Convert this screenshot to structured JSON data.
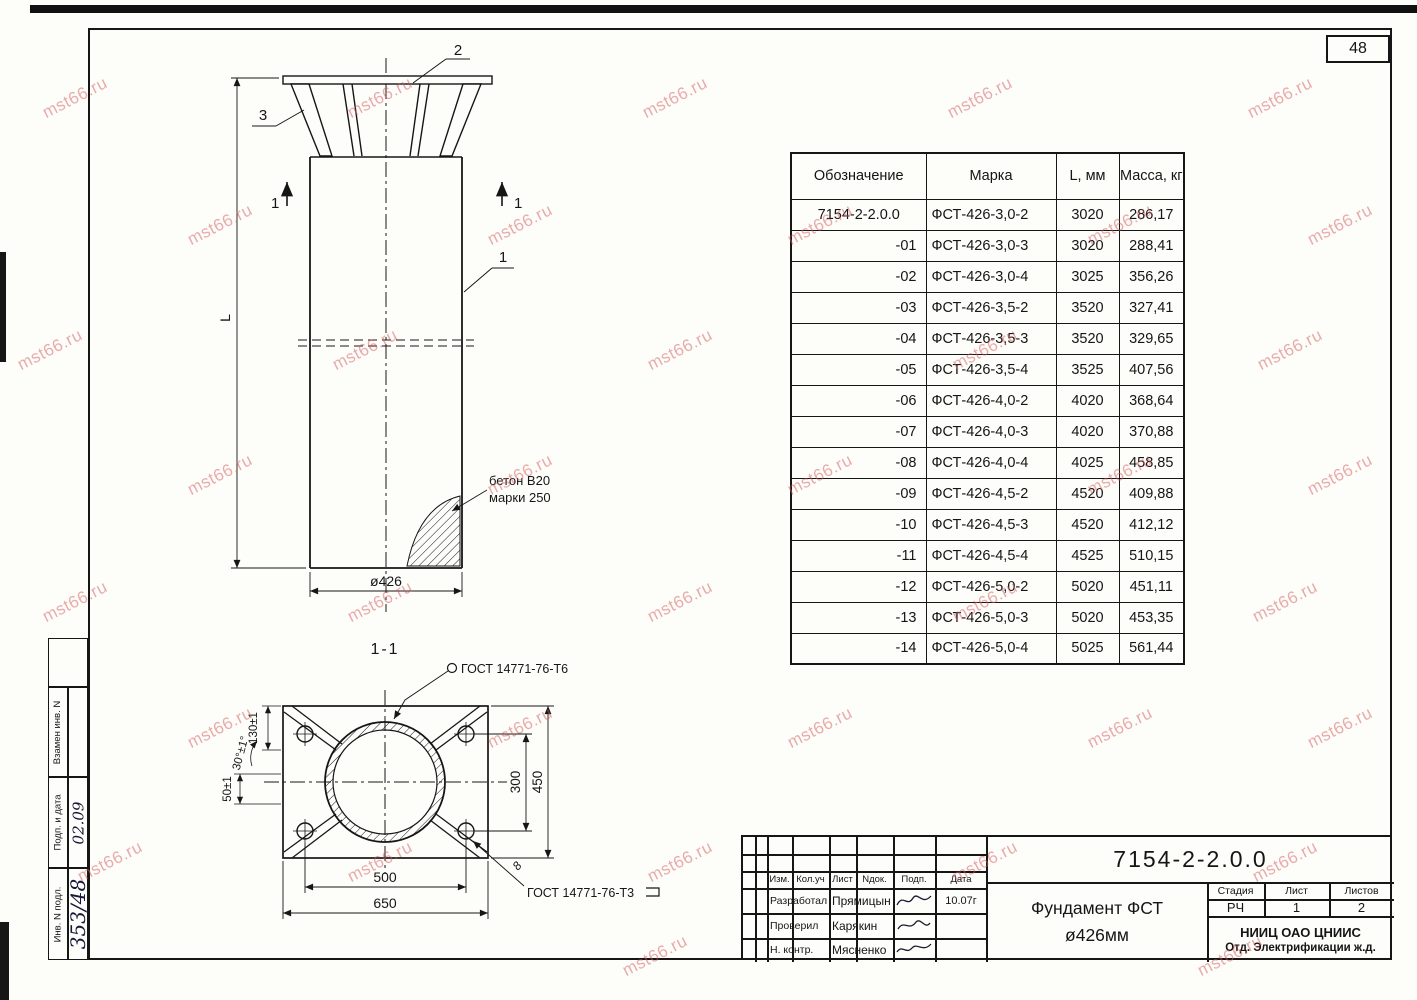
{
  "page": {
    "sheet_number": "48",
    "watermark_text": "mst66.ru"
  },
  "spec_table": {
    "headers": {
      "designation": "Обозначение",
      "mark": "Марка",
      "length": "L, мм",
      "mass": "Масса, кг"
    },
    "rows": [
      {
        "d": "7154-2-2.0.0",
        "m": "ФСТ-426-3,0-2",
        "l": "3020",
        "w": "286,17"
      },
      {
        "d": "-01",
        "m": "ФСТ-426-3,0-3",
        "l": "3020",
        "w": "288,41"
      },
      {
        "d": "-02",
        "m": "ФСТ-426-3,0-4",
        "l": "3025",
        "w": "356,26"
      },
      {
        "d": "-03",
        "m": "ФСТ-426-3,5-2",
        "l": "3520",
        "w": "327,41"
      },
      {
        "d": "-04",
        "m": "ФСТ-426-3,5-3",
        "l": "3520",
        "w": "329,65"
      },
      {
        "d": "-05",
        "m": "ФСТ-426-3,5-4",
        "l": "3525",
        "w": "407,56"
      },
      {
        "d": "-06",
        "m": "ФСТ-426-4,0-2",
        "l": "4020",
        "w": "368,64"
      },
      {
        "d": "-07",
        "m": "ФСТ-426-4,0-3",
        "l": "4020",
        "w": "370,88"
      },
      {
        "d": "-08",
        "m": "ФСТ-426-4,0-4",
        "l": "4025",
        "w": "458,85"
      },
      {
        "d": "-09",
        "m": "ФСТ-426-4,5-2",
        "l": "4520",
        "w": "409,88"
      },
      {
        "d": "-10",
        "m": "ФСТ-426-4,5-3",
        "l": "4520",
        "w": "412,12"
      },
      {
        "d": "-11",
        "m": "ФСТ-426-4,5-4",
        "l": "4525",
        "w": "510,15"
      },
      {
        "d": "-12",
        "m": "ФСТ-426-5,0-2",
        "l": "5020",
        "w": "451,11"
      },
      {
        "d": "-13",
        "m": "ФСТ-426-5,0-3",
        "l": "5020",
        "w": "453,35"
      },
      {
        "d": "-14",
        "m": "ФСТ-426-5,0-4",
        "l": "5025",
        "w": "561,44"
      }
    ]
  },
  "drawing": {
    "section_title": "1-1",
    "section_mark": "1",
    "callout_pipe": "1",
    "callout_plate": "2",
    "callout_fin": "3",
    "length_label": "L",
    "diameter_dim": "ø426",
    "concrete_line1": "бетон В20",
    "concrete_line2": "марки 250",
    "weld_top": "ГОСТ 14771-76-Т6",
    "weld_bottom": "ГОСТ 14771-76-Т3",
    "weld_size": "8",
    "dim_bolt_x": "500",
    "dim_plate_x": "650",
    "dim_bolt_y": "300",
    "dim_plate_y": "450",
    "dim_130": "130±1",
    "dim_angle": "30°±1°",
    "dim_50": "50±1"
  },
  "title_block": {
    "doc_number": "7154-2-2.0.0",
    "title_line1": "Фундамент ФСТ",
    "title_line2": "ø426мм",
    "col_izm": "Изм.",
    "col_koluch": "Кол.уч",
    "col_list": "Лист",
    "col_ndok": "Nдок.",
    "col_podp": "Подп.",
    "col_data": "Дата",
    "row1_role": "Разработал",
    "row1_name": "Прямицын",
    "row1_date": "10.07г",
    "row2_role": "Проверил",
    "row2_name": "Карякин",
    "row3_role": "Н. контр.",
    "row3_name": "Мясненко",
    "stage_label": "Стадия",
    "stage_value": "РЧ",
    "sheet_label": "Лист",
    "sheet_value": "1",
    "sheets_label": "Листов",
    "sheets_value": "2",
    "org_line1": "НИИЦ  ОАО ЦНИИС",
    "org_line2": "Отд. Электрификации ж.д."
  },
  "side_column": {
    "label_vzamen": "Взамен инв. N",
    "label_podp": "Подп. и дата",
    "label_inv": "Инв. N подл.",
    "value_date": "02.09",
    "value_inv": "353/48"
  }
}
